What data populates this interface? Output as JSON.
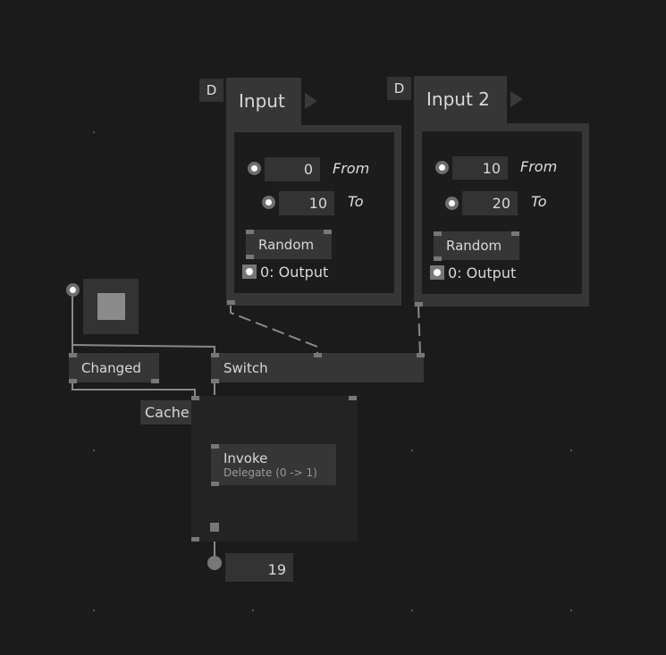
{
  "input1": {
    "d_label": "D",
    "title": "Input",
    "from_value": "0",
    "from_label": "From",
    "to_value": "10",
    "to_label": "To",
    "node": "Random",
    "output": "0: Output"
  },
  "input2": {
    "d_label": "D",
    "title": "Input 2",
    "from_value": "10",
    "from_label": "From",
    "to_value": "20",
    "to_label": "To",
    "node": "Random",
    "output": "0: Output"
  },
  "nodes": {
    "changed": "Changed",
    "switch": "Switch",
    "cache": "Cache",
    "invoke": "Invoke",
    "invoke_sub": "Delegate (0 -> 1)"
  },
  "result": "19"
}
